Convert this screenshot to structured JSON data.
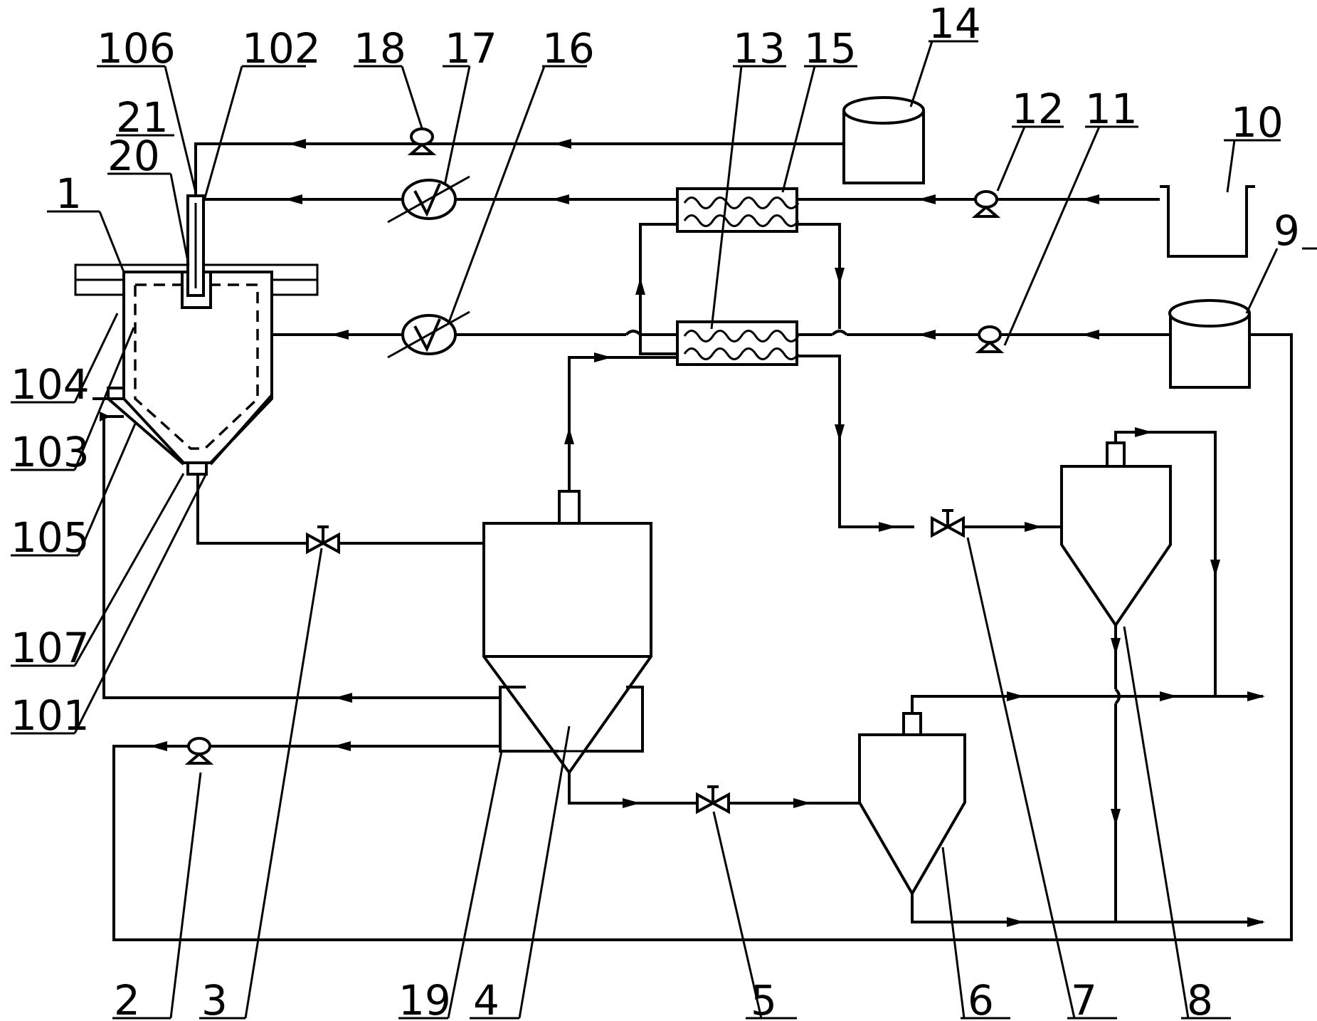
{
  "labels": [
    "1",
    "2",
    "3",
    "4",
    "5",
    "6",
    "7",
    "8",
    "9",
    "10",
    "11",
    "12",
    "13",
    "14",
    "15",
    "16",
    "17",
    "18",
    "19",
    "20",
    "21",
    "101",
    "102",
    "103",
    "104",
    "105",
    "106",
    "107"
  ],
  "line_color": "#000000",
  "background": "#ffffff"
}
